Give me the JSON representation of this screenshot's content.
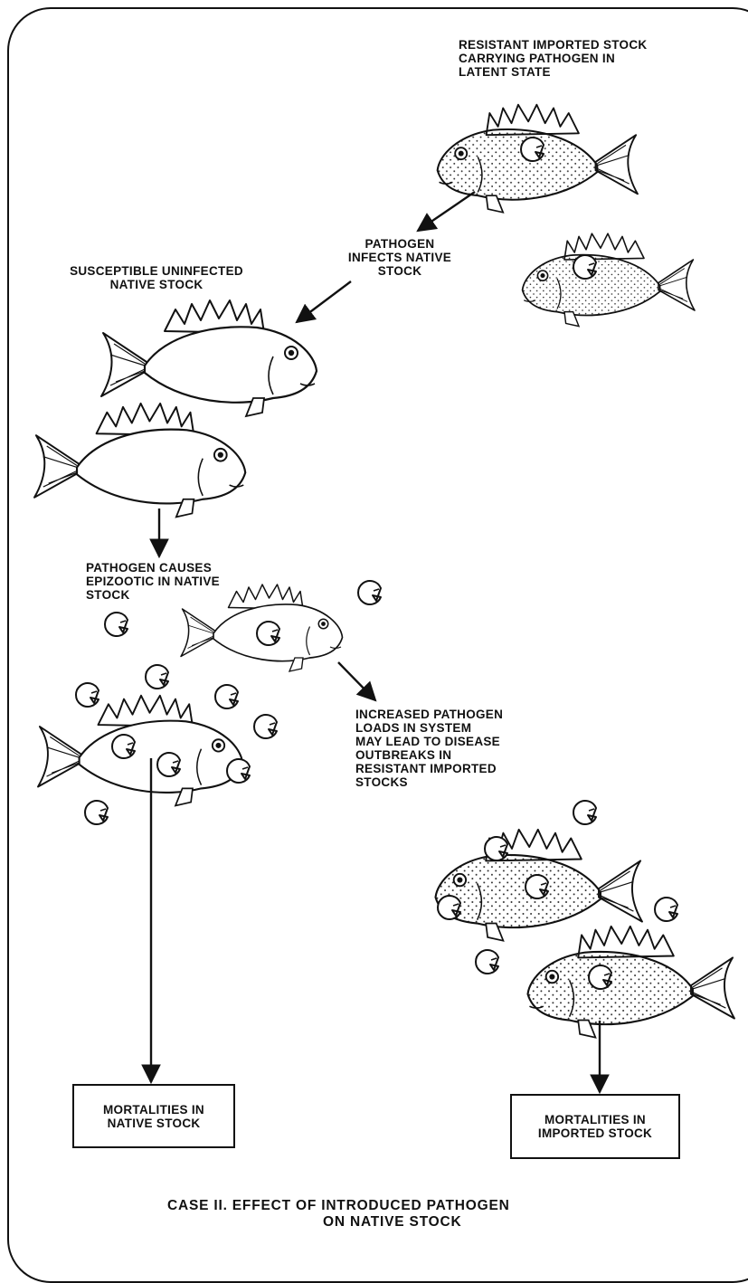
{
  "labels": {
    "resistant_line1": "RESISTANT IMPORTED STOCK",
    "resistant_line2": "CARRYING PATHOGEN IN",
    "resistant_line3": "LATENT STATE",
    "infects_line1": "PATHOGEN",
    "infects_line2": "INFECTS NATIVE",
    "infects_line3": "STOCK",
    "susceptible_line1": "SUSCEPTIBLE UNINFECTED",
    "susceptible_line2": "NATIVE STOCK",
    "epizootic_line1": "PATHOGEN CAUSES",
    "epizootic_line2": "EPIZOOTIC IN NATIVE",
    "epizootic_line3": "STOCK",
    "loads_line1": "INCREASED PATHOGEN",
    "loads_line2": "LOADS IN SYSTEM",
    "loads_line3": "MAY LEAD TO DISEASE",
    "loads_line4": "OUTBREAKS IN",
    "loads_line5": "RESISTANT IMPORTED",
    "loads_line6": "STOCKS"
  },
  "boxes": {
    "native_line1": "MORTALITIES IN",
    "native_line2": "NATIVE STOCK",
    "imported_line1": "MORTALITIES IN",
    "imported_line2": "IMPORTED STOCK"
  },
  "caption": {
    "line1": "CASE II. EFFECT OF INTRODUCED PATHOGEN",
    "line2": "ON NATIVE STOCK"
  }
}
